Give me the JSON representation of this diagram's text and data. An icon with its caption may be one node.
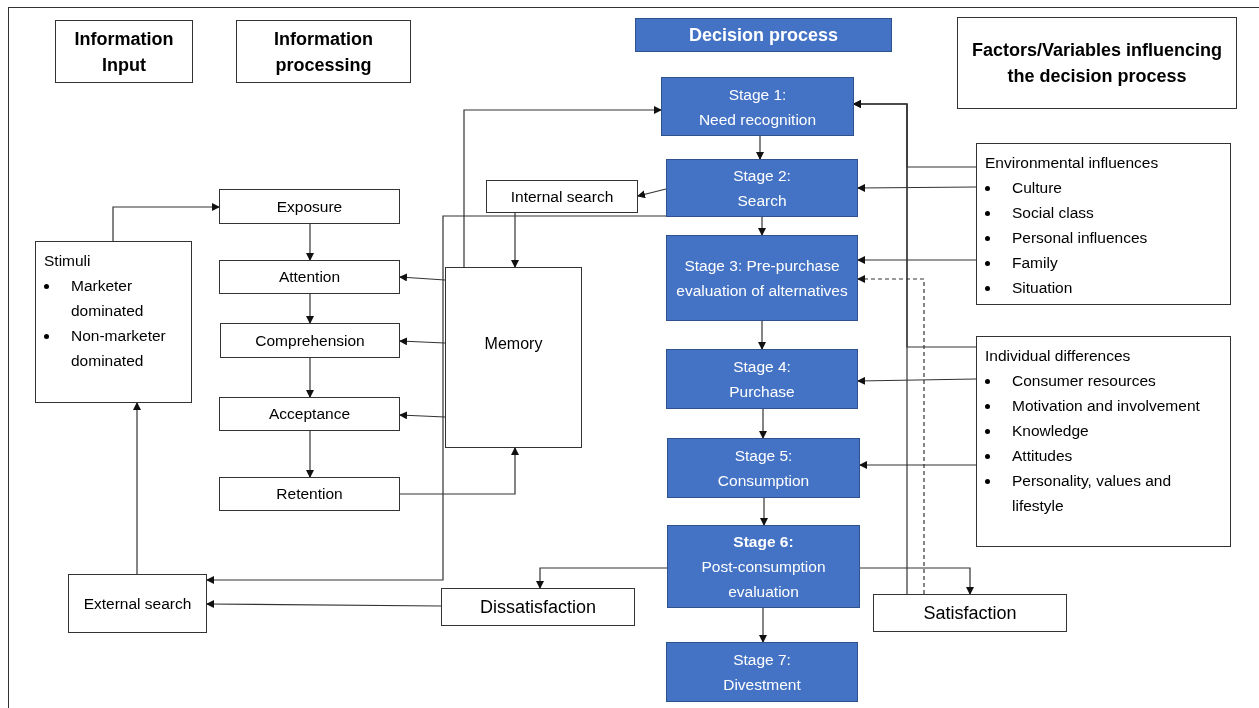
{
  "diagram": {
    "nodes": [
      {
        "text": [
          "Information Input"
        ]
      },
      {
        "text": [
          "Information processing"
        ]
      },
      {
        "text": [
          "Decision process"
        ]
      },
      {
        "text": [
          "Factors/Variables influencing the decision process"
        ]
      },
      {
        "text": [
          "Stage 1:",
          "Need recognition"
        ]
      },
      {
        "text": [
          "Stage 2:",
          "Search"
        ]
      },
      {
        "text": [
          "Internal search"
        ]
      },
      {
        "text": [
          "Stage 3: Pre-purchase evaluation of alternatives"
        ]
      },
      {
        "text": [
          "Stage 4:",
          "Purchase"
        ]
      },
      {
        "text": [
          "Stage 5:",
          "Consumption"
        ]
      },
      {
        "text": [
          "Stage 6:",
          "Post-consumption evaluation"
        ]
      },
      {
        "text": [
          "Stage 7:",
          "Divestment"
        ]
      },
      {
        "text": [
          "Exposure"
        ]
      },
      {
        "text": [
          "Attention"
        ]
      },
      {
        "text": [
          "Comprehension"
        ]
      },
      {
        "text": [
          "Acceptance"
        ]
      },
      {
        "text": [
          "Retention"
        ]
      },
      {
        "text": [
          "Memory"
        ]
      },
      {
        "text": [
          "Stimuli",
          "Marketer dominated",
          "Non-marketer dominated"
        ]
      },
      {
        "text": [
          "External search"
        ]
      },
      {
        "text": [
          "Dissatisfaction"
        ]
      },
      {
        "text": [
          "Satisfaction"
        ]
      },
      {
        "text": [
          "Environmental influences",
          "Culture",
          "Social class",
          "Personal influences",
          "Family",
          "Situation"
        ]
      },
      {
        "text": [
          "Individual differences",
          "Consumer resources",
          "Motivation and involvement",
          "Knowledge",
          "Attitudes",
          "Personality, values and lifestyle"
        ]
      }
    ],
    "edges": [
      {
        "from": 18,
        "to": 12,
        "arrow": "to"
      },
      {
        "from": 12,
        "to": 13,
        "arrow": "to"
      },
      {
        "from": 13,
        "to": 14,
        "arrow": "to"
      },
      {
        "from": 14,
        "to": 15,
        "arrow": "to"
      },
      {
        "from": 15,
        "to": 16,
        "arrow": "to"
      },
      {
        "from": 17,
        "to": 13,
        "arrow": "to"
      },
      {
        "from": 17,
        "to": 14,
        "arrow": "to"
      },
      {
        "from": 17,
        "to": 15,
        "arrow": "to"
      },
      {
        "from": 16,
        "to": 17,
        "arrow": "to"
      },
      {
        "from": 6,
        "to": 17,
        "arrow": "to"
      },
      {
        "from": 5,
        "to": 6,
        "arrow": "to"
      },
      {
        "from": 17,
        "to": 4,
        "arrow": "to"
      },
      {
        "from": 4,
        "to": 5,
        "arrow": "to"
      },
      {
        "from": 5,
        "to": 7,
        "arrow": "to"
      },
      {
        "from": 7,
        "to": 8,
        "arrow": "to"
      },
      {
        "from": 8,
        "to": 9,
        "arrow": "to"
      },
      {
        "from": 9,
        "to": 10,
        "arrow": "to"
      },
      {
        "from": 10,
        "to": 11,
        "arrow": "to"
      },
      {
        "from": 5,
        "to": 19,
        "arrow": "to"
      },
      {
        "from": 19,
        "to": 18,
        "arrow": "to"
      },
      {
        "from": 10,
        "to": 20,
        "arrow": "to"
      },
      {
        "from": 20,
        "to": 19,
        "arrow": "to"
      },
      {
        "from": 10,
        "to": 21,
        "arrow": "to"
      },
      {
        "from": 21,
        "to": 4,
        "arrow": "to"
      },
      {
        "from": 21,
        "to": 7,
        "arrow": "to",
        "style": "dashed"
      },
      {
        "from": 22,
        "to": 4,
        "arrow": "to"
      },
      {
        "from": 22,
        "to": 5,
        "arrow": "to"
      },
      {
        "from": 22,
        "to": 7,
        "arrow": "to"
      },
      {
        "from": 23,
        "to": 4,
        "arrow": "to"
      },
      {
        "from": 23,
        "to": 8,
        "arrow": "to"
      },
      {
        "from": 23,
        "to": 9,
        "arrow": "to"
      }
    ]
  }
}
